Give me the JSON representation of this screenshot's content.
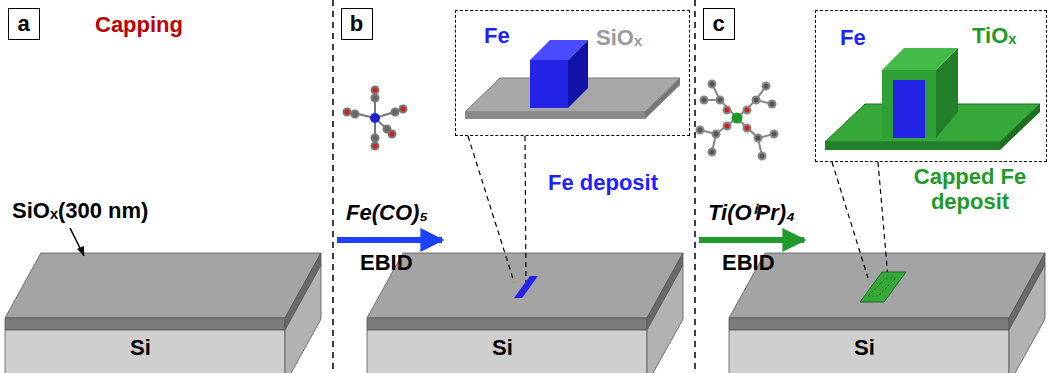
{
  "diagram": {
    "nodes": [
      {
        "text": [
          "a"
        ]
      },
      {
        "text": [
          "b"
        ]
      },
      {
        "text": [
          "Fe",
          "SiOₓ"
        ]
      },
      {
        "text": [
          "c"
        ]
      },
      {
        "text": [
          "Fe",
          "TiOₓ"
        ]
      }
    ],
    "labels": [
      "Capping",
      "SiOₓ(300 nm)",
      "Si",
      "Fe(CO)₅",
      "EBID",
      "Fe deposit",
      "Si",
      "Ti(OⁱPr)₄",
      "EBID",
      "Capped Fe deposit",
      "Si"
    ]
  }
}
